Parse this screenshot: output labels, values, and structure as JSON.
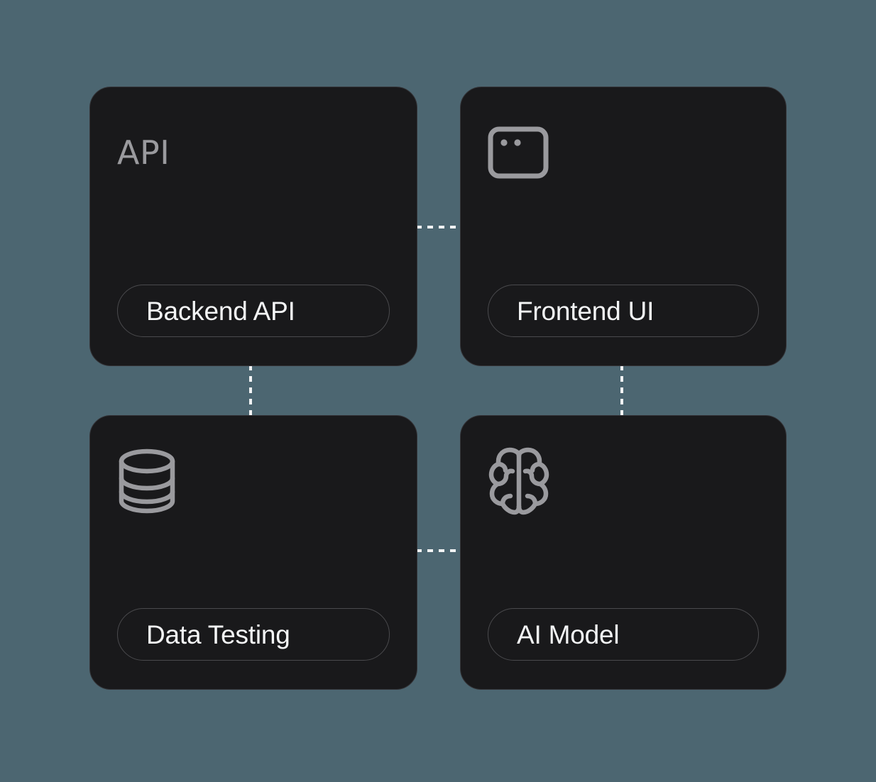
{
  "diagram": {
    "background_color": "#4c6671",
    "card_color": "#19191b",
    "card_border_color": "#343438",
    "pill_border_color": "#4a4a4d",
    "icon_color": "#9a9a9e",
    "label_color": "#f4f5f6",
    "connector_color": "#f2f4f5",
    "nodes": [
      {
        "id": "backend-api",
        "label": "Backend API",
        "icon": "api-text-icon",
        "icon_text": "API"
      },
      {
        "id": "frontend-ui",
        "label": "Frontend UI",
        "icon": "browser-window-icon",
        "icon_text": ""
      },
      {
        "id": "data-testing",
        "label": "Data Testing",
        "icon": "database-icon",
        "icon_text": ""
      },
      {
        "id": "ai-model",
        "label": "AI Model",
        "icon": "brain-icon",
        "icon_text": ""
      }
    ],
    "connections": [
      {
        "from": "backend-api",
        "to": "frontend-ui",
        "style": "dashed",
        "orientation": "horizontal"
      },
      {
        "from": "backend-api",
        "to": "data-testing",
        "style": "dashed",
        "orientation": "vertical"
      },
      {
        "from": "frontend-ui",
        "to": "ai-model",
        "style": "dashed",
        "orientation": "vertical"
      },
      {
        "from": "data-testing",
        "to": "ai-model",
        "style": "dashed",
        "orientation": "horizontal"
      }
    ]
  }
}
